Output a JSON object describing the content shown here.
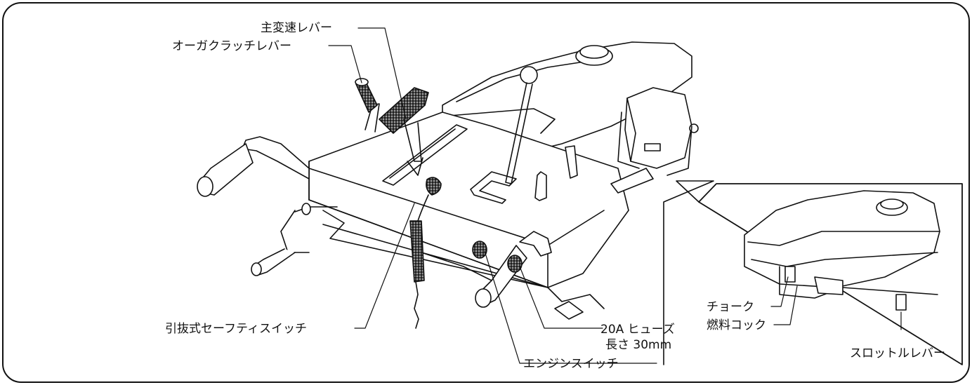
{
  "diagram": {
    "labels": {
      "main_shift_lever": "主変速レバー",
      "auger_clutch_lever": "オーガクラッチレバー",
      "pullout_safety_switch": "引抜式セーフティスイッチ",
      "fuse_line1": "20A ヒューズ",
      "fuse_line2": "長さ 30mm",
      "engine_switch": "エンジンスイッチ",
      "choke": "チョーク",
      "fuel_cock": "燃料コック",
      "throttle_lever": "スロットルレバー"
    }
  }
}
